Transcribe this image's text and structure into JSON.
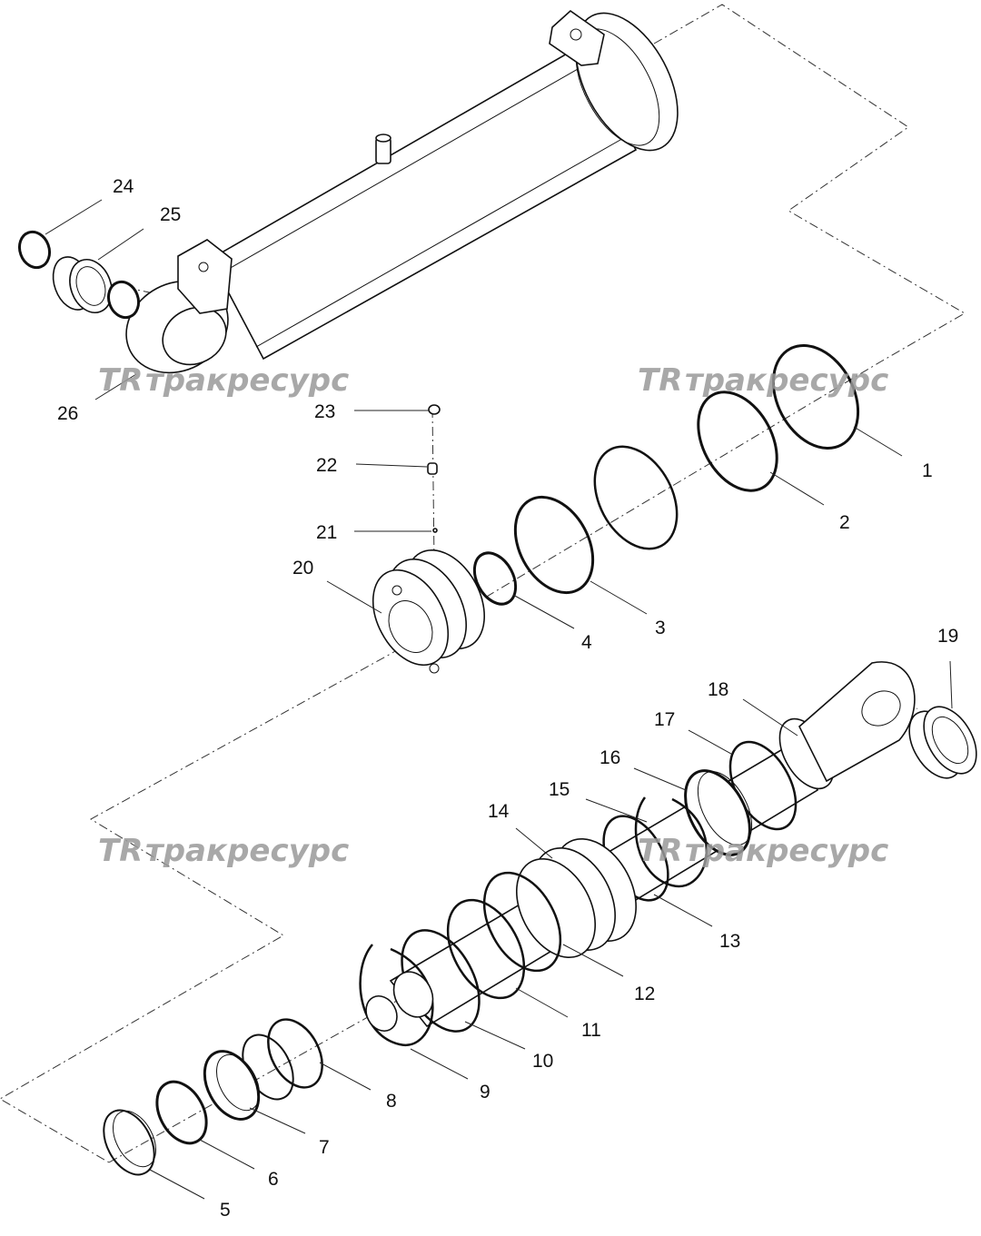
{
  "callouts": [
    {
      "id": "1",
      "label": "1"
    },
    {
      "id": "2",
      "label": "2"
    },
    {
      "id": "3",
      "label": "3"
    },
    {
      "id": "4",
      "label": "4"
    },
    {
      "id": "5",
      "label": "5"
    },
    {
      "id": "6",
      "label": "6"
    },
    {
      "id": "7",
      "label": "7"
    },
    {
      "id": "8",
      "label": "8"
    },
    {
      "id": "9",
      "label": "9"
    },
    {
      "id": "10",
      "label": "10"
    },
    {
      "id": "11",
      "label": "11"
    },
    {
      "id": "12",
      "label": "12"
    },
    {
      "id": "13",
      "label": "13"
    },
    {
      "id": "14",
      "label": "14"
    },
    {
      "id": "15",
      "label": "15"
    },
    {
      "id": "16",
      "label": "16"
    },
    {
      "id": "17",
      "label": "17"
    },
    {
      "id": "18",
      "label": "18"
    },
    {
      "id": "19",
      "label": "19"
    },
    {
      "id": "20",
      "label": "20"
    },
    {
      "id": "21",
      "label": "21"
    },
    {
      "id": "22",
      "label": "22"
    },
    {
      "id": "23",
      "label": "23"
    },
    {
      "id": "24",
      "label": "24"
    },
    {
      "id": "25",
      "label": "25"
    },
    {
      "id": "26",
      "label": "26"
    }
  ],
  "watermark": {
    "text": "тракресурс",
    "logo": "TR"
  },
  "colors": {
    "line": "#111111",
    "watermark": "#9a9a9a",
    "background": "#ffffff"
  }
}
